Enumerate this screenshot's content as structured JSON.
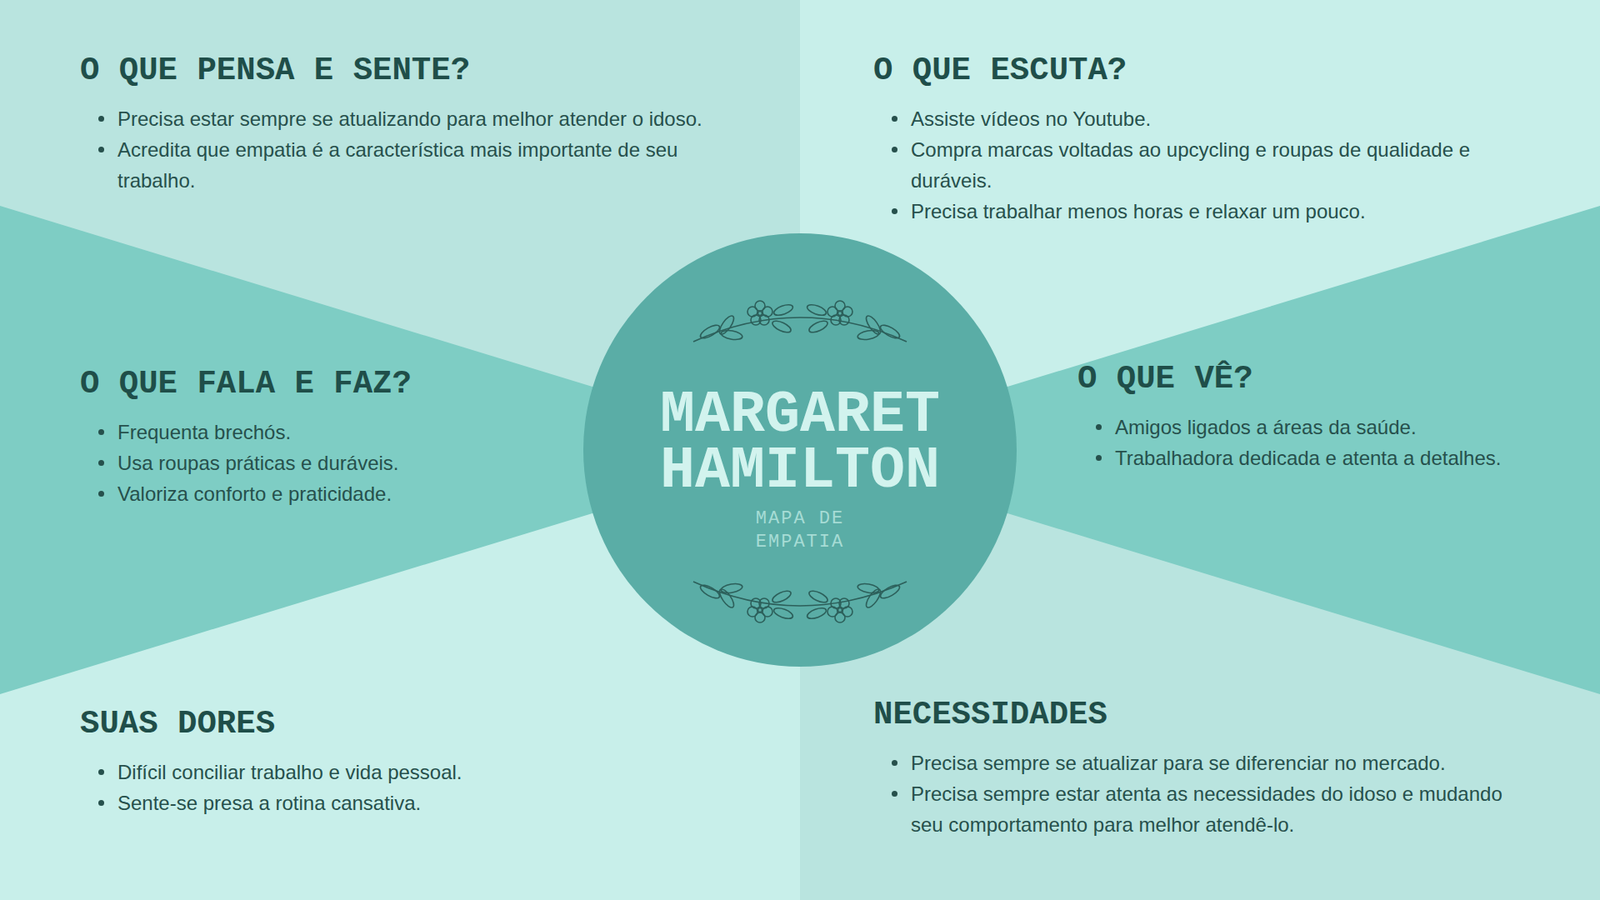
{
  "diagram": {
    "nodes": [
      {
        "text": [
          "O QUE PENSA E SENTE?",
          "Precisa estar sempre se atualizando para melhor atender o idoso.",
          "Acredita que empatia é a característica mais importante de seu trabalho."
        ]
      },
      {
        "text": [
          "O QUE ESCUTA?",
          "Assiste vídeos no Youtube.",
          "Compra marcas voltadas ao upcycling e roupas de qualidade e duráveis.",
          "Precisa trabalhar menos horas e relaxar um pouco."
        ]
      },
      {
        "text": [
          "O QUE FALA E FAZ?",
          "Frequenta brechós.",
          "Usa roupas práticas e duráveis.",
          "Valoriza conforto e praticidade."
        ]
      },
      {
        "text": [
          "MARGARET HAMILTON",
          "MAPA DE EMPATIA"
        ]
      },
      {
        "text": [
          "O QUE VÊ?",
          "Amigos ligados a áreas da saúde.",
          "Trabalhadora dedicada e atenta a detalhes."
        ]
      },
      {
        "text": [
          "SUAS DORES",
          "Difícil conciliar trabalho e vida pessoal.",
          "Sente-se presa a rotina cansativa."
        ]
      },
      {
        "text": [
          "NECESSIDADES",
          "Precisa sempre se atualizar para se diferenciar no mercado.",
          "Precisa sempre estar atenta as necessidades do idoso e mudando seu comportamento para melhor atendê-lo."
        ]
      }
    ]
  }
}
